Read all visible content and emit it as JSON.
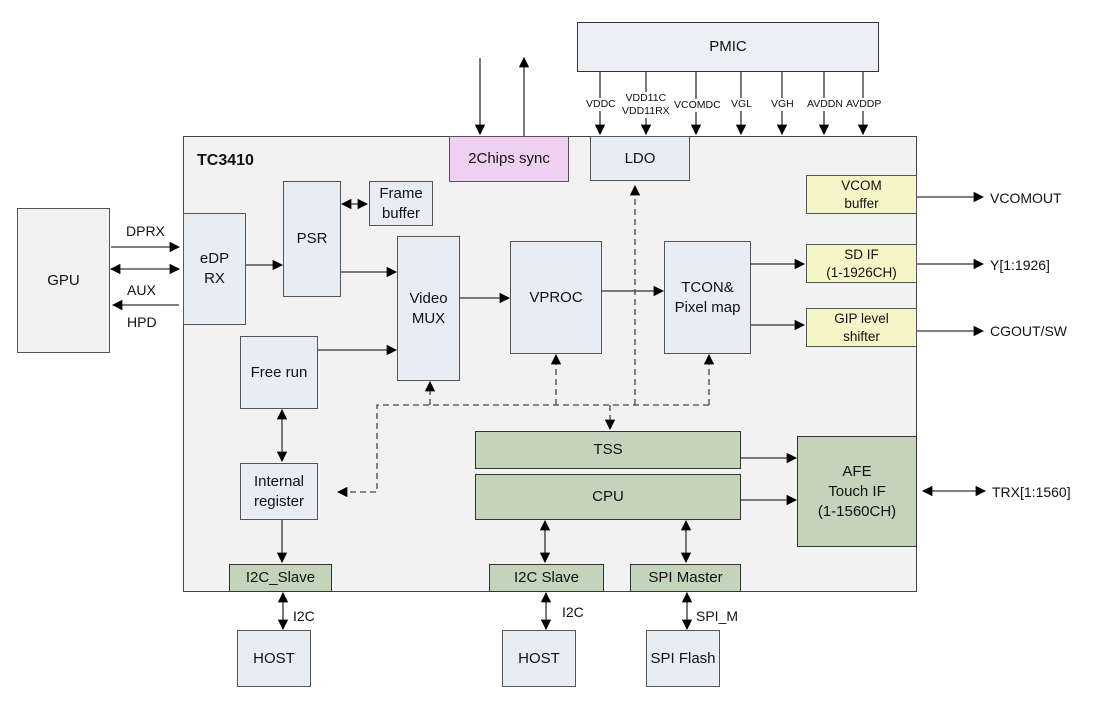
{
  "chip": {
    "title": "TC3410"
  },
  "external": {
    "gpu": "GPU",
    "pmic": "PMIC",
    "host_left": "HOST",
    "host_right": "HOST",
    "spi_flash": "SPI Flash"
  },
  "blocks": {
    "edp_rx": "eDP\nRX",
    "psr": "PSR",
    "frame_buffer": "Frame\nbuffer",
    "video_mux": "Video\nMUX",
    "vproc": "VPROC",
    "tcon": "TCON&\nPixel map",
    "free_run": "Free run",
    "internal_register": "Internal\nregister",
    "two_chips_sync": "2Chips sync",
    "ldo": "LDO",
    "vcom_buffer": "VCOM\nbuffer",
    "sd_if": "SD IF\n(1-1926CH)",
    "gip_level_shifter": "GIP level\nshifter",
    "tss": "TSS",
    "cpu": "CPU",
    "afe": "AFE\nTouch IF\n(1-1560CH)",
    "i2c_slave_left": "I2C_Slave",
    "i2c_slave_right": "I2C Slave",
    "spi_master": "SPI Master"
  },
  "signals": {
    "dprx": "DPRX",
    "aux": "AUX",
    "hpd": "HPD",
    "vcomout": "VCOMOUT",
    "y_out": "Y[1:1926]",
    "cgout": "CGOUT/SW",
    "trx": "TRX[1:1560]",
    "i2c_left": "I2C",
    "i2c_right": "I2C",
    "spi_m": "SPI_M"
  },
  "power_rails": [
    "VDDC",
    "VDD11C\nVDD11RX",
    "VCOMDC",
    "VGL",
    "VGH",
    "AVDDN",
    "AVDDP"
  ]
}
